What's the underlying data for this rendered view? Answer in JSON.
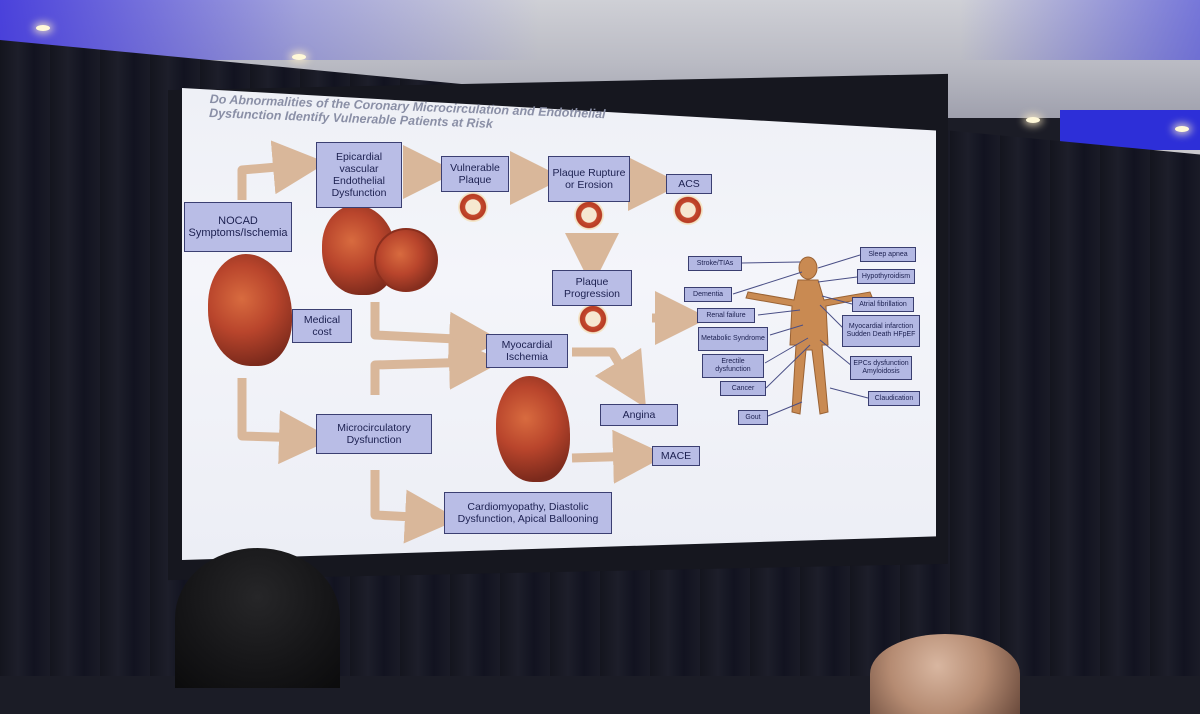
{
  "slide": {
    "title": "Do Abnormalities of the Coronary Microcirculation and Endothelial Dysfunction Identify Vulnerable Patients at Risk"
  },
  "nodes": {
    "nocad": "NOCAD\nSymptoms/Ischemia",
    "epicardial": "Epicardial vascular Endothelial Dysfunction",
    "vulnerable_plaque": "Vulnerable Plaque",
    "plaque_rupture": "Plaque Rupture or Erosion",
    "acs": "ACS",
    "plaque_progression": "Plaque Progression",
    "medical_cost": "Medical cost",
    "myocardial_ischemia": "Myocardial Ischemia",
    "angina": "Angina",
    "microcirculatory": "Microcirculatory Dysfunction",
    "mace": "MACE",
    "cardiomyopathy": "Cardiomyopathy, Diastolic Dysfunction, Apical Ballooning"
  },
  "body_labels": {
    "stroke": "Stroke/TIAs",
    "dementia": "Dementia",
    "renal": "Renal failure",
    "metabolic": "Metabolic Syndrome",
    "erectile": "Erectile dysfunction",
    "cancer": "Cancer",
    "gout": "Gout",
    "sleep_apnea": "Sleep apnea",
    "hypothyroidism": "Hypothyroidism",
    "atrial_fib": "Atrial fibrillation",
    "mi": "Myocardial infarction Sudden Death HFpEF",
    "epcs": "EPCs dysfunction Amyloidosis",
    "claudication": "Claudication"
  },
  "colors": {
    "box_fill": "#b9bde6",
    "box_border": "#3b3f72",
    "arrow": "#d9b79a",
    "body": "#c98a52"
  },
  "icons": [
    "heart-illustration-icon",
    "plaque-cross-section-icon",
    "human-body-icon"
  ]
}
